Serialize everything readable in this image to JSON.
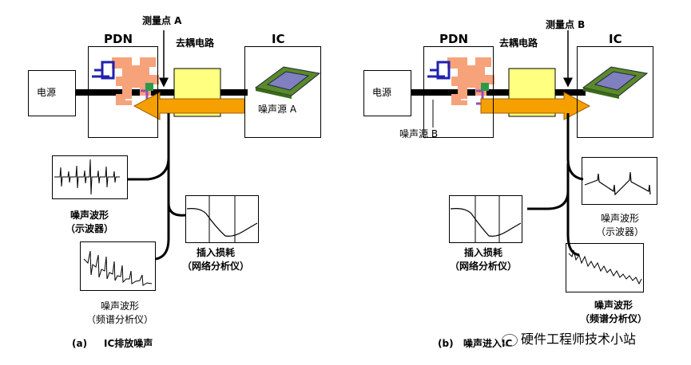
{
  "panel_a": {
    "power_label": "电源",
    "pdn_label": "PDN",
    "decoupling_label": "去耦电路",
    "ic_label": "IC",
    "measure_point": "测量点 A",
    "noise_source": "噪声源 A",
    "noise_waveform_scope": "噪声波形",
    "scope_label": "（示波器）",
    "insertion_loss": "插入损耗",
    "network_analyzer": "（网络分析仪）",
    "noise_waveform_spectrum": "噪声波形",
    "spectrum_analyzer": "（频谱分析仪）",
    "caption_tag": "(a)",
    "caption": "IC排放噪声"
  },
  "panel_b": {
    "power_label": "电源",
    "pdn_label": "PDN",
    "decoupling_label": "去耦电路",
    "ic_label": "IC",
    "measure_point": "测量点 B",
    "noise_source": "噪声源 B",
    "insertion_loss": "插入损耗",
    "network_analyzer": "（网络分析仪）",
    "noise_waveform_scope": "噪声波形",
    "scope_label": "（示波器）",
    "noise_waveform_spectrum": "噪声波形",
    "spectrum_analyzer": "（频谱分析仪）",
    "caption_tag": "(b)",
    "caption": "噪声进入IC"
  },
  "watermark": "硬件工程师技术小站",
  "colors": {
    "arrow": "#f5a000",
    "decap": "#ffff80",
    "chip_outer": "#5a8a2a",
    "chip_inner": "#8080c0",
    "pdn_salmon": "#f6a27a",
    "pdn_blue": "#2020b0",
    "pdn_purple": "#9a4ab8",
    "pdn_green": "#2a9a4a"
  }
}
